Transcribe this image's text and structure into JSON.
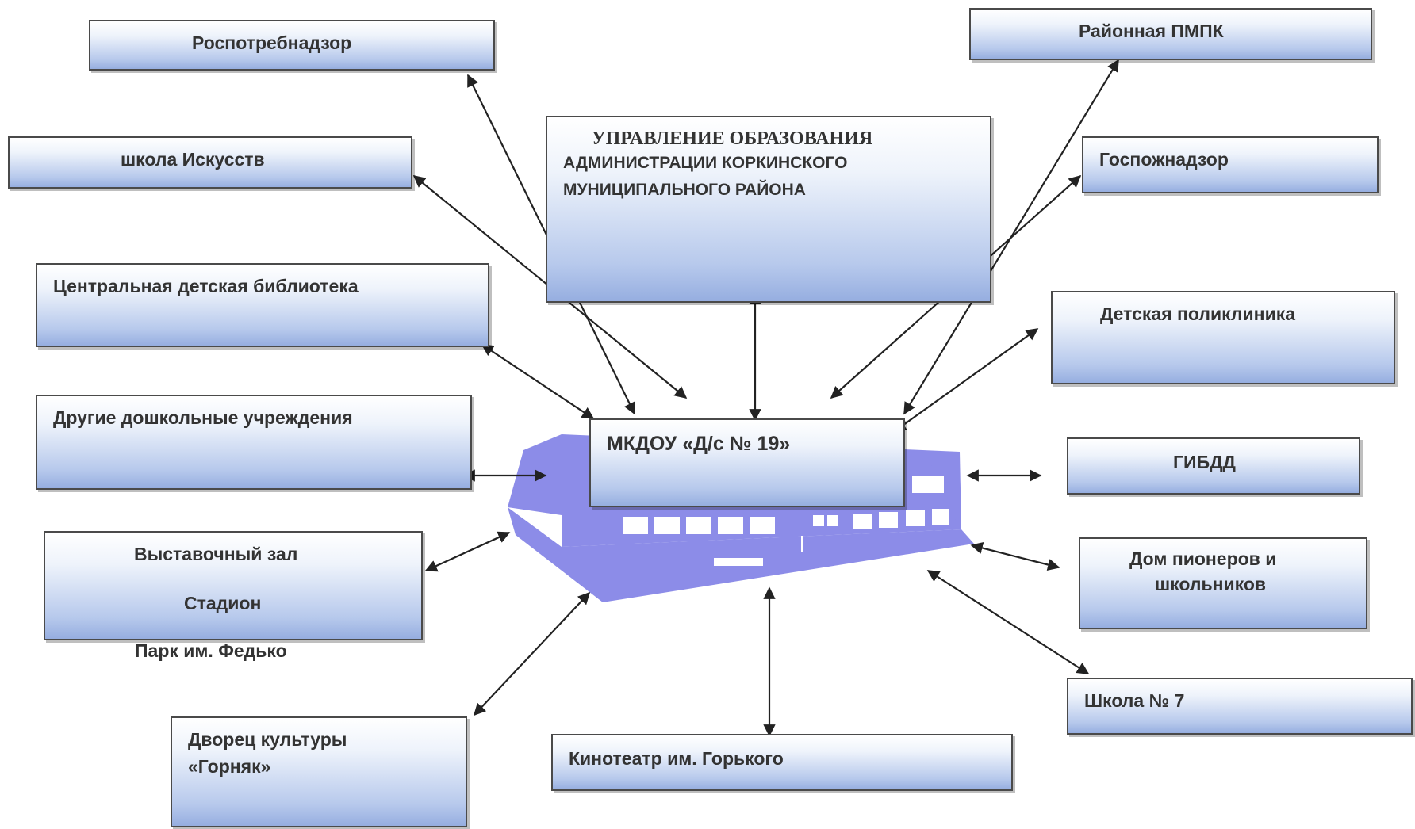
{
  "diagram": {
    "center": {
      "label": "МКДОУ «Д/с № 19»"
    },
    "admin": {
      "line1": "УПРАВЛЕНИЕ ОБРАЗОВАНИЯ",
      "line2": "АДМИНИСТРАЦИИ КОРКИНСКОГО",
      "line3": "МУНИЦИПАЛЬНОГО РАЙОНА"
    },
    "partners": {
      "rospotrebnadzor": "Роспотребнадзор",
      "school_of_arts": "школа  Искусств",
      "central_library": "Центральная детская библиотека",
      "other_preschools": "Другие дошкольные учреждения",
      "exhibition_hall": "Выставочный зал",
      "stadium": "Стадион",
      "park": "Парк им. Федько",
      "palace_line1": "Дворец культуры",
      "palace_line2": "«Горняк»",
      "cinema": "Кинотеатр им. Горького",
      "school_7": "Школа № 7",
      "pioneers_line1": "Дом пионеров и",
      "pioneers_line2": "школьников",
      "gibdd": "ГИБДД",
      "polyclinic": "Детская поликлиника",
      "gospozhnadzor": "Госпожнадзор",
      "pmpk": "Районная ПМПК"
    },
    "colors": {
      "box_border": "#4a4a4a",
      "box_gradient_bottom": "#96aee0",
      "building": "#8c8ce8",
      "arrow": "#222222"
    }
  }
}
